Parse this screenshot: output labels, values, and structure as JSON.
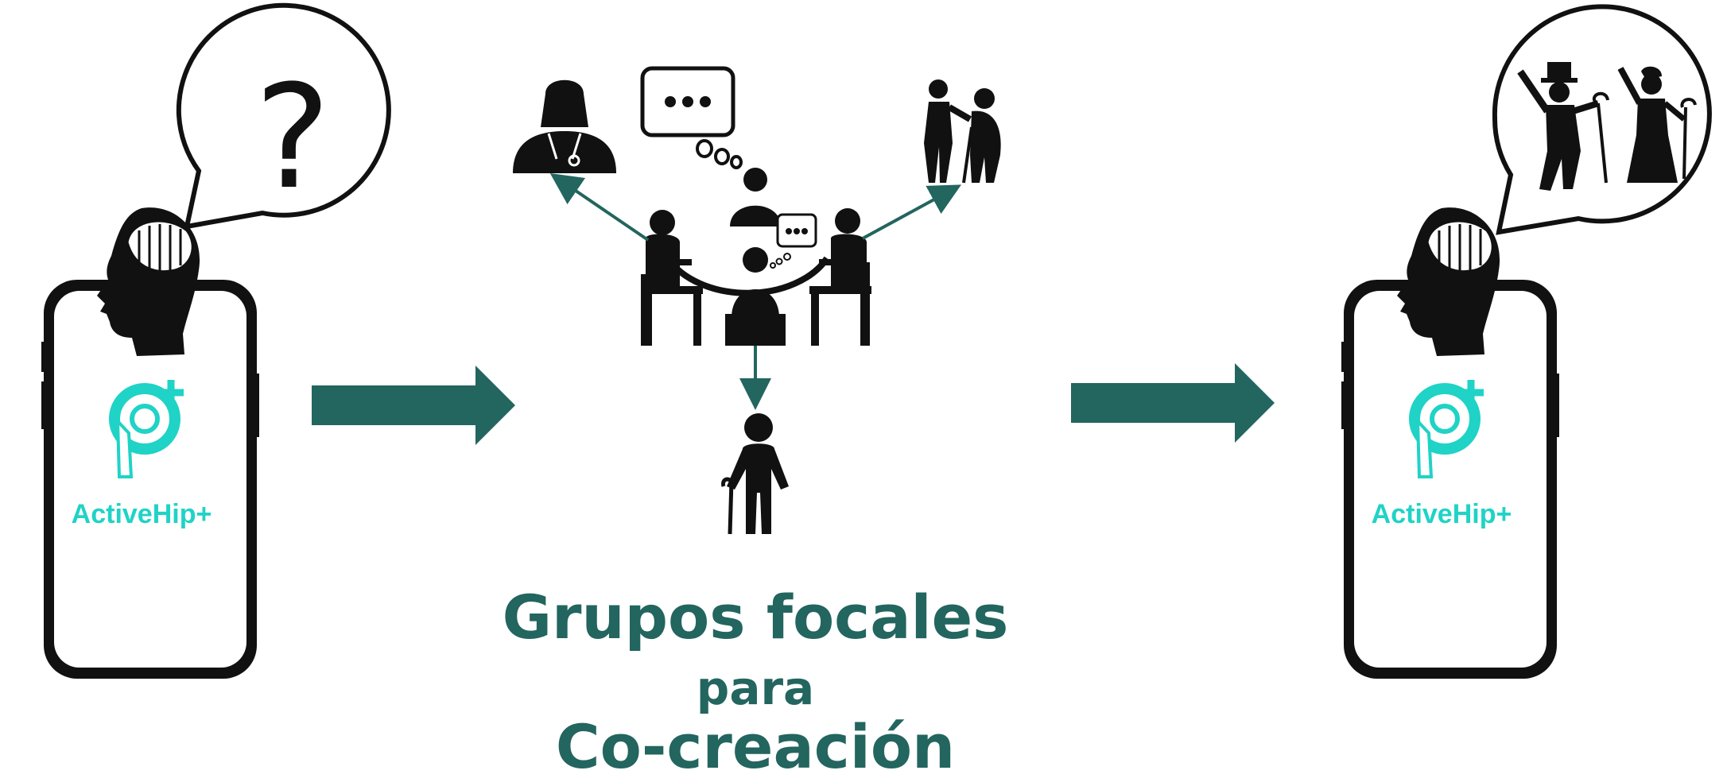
{
  "colors": {
    "arrow": "#23655f",
    "brand": "#1fd3c6",
    "ink": "#111111",
    "caption": "#23655f"
  },
  "left_phone": {
    "app_name": "ActiveHip+",
    "bubble_glyph": "?",
    "icons": [
      "head-with-brain-icon",
      "question-mark-icon",
      "activehip-logo-icon"
    ]
  },
  "center": {
    "icons": [
      "focus-group-table-icon",
      "doctor-icon",
      "caregiver-helping-elder-icon",
      "elderly-person-with-cane-icon",
      "chat-bubble-icon"
    ],
    "caption": {
      "line1": "Grupos focales",
      "line2": "para",
      "line3": "Co-creación"
    }
  },
  "right_phone": {
    "app_name": "ActiveHip+",
    "icons": [
      "head-with-brain-icon",
      "dancing-elderly-couple-icon",
      "activehip-logo-icon"
    ]
  }
}
